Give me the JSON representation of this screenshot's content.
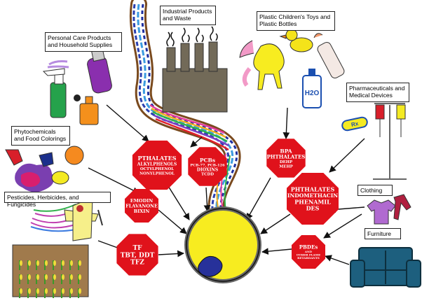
{
  "labels": {
    "industrial": "Industrial Products and Waste",
    "plastic": "Plastic Children's Toys and Plastic Bottles",
    "personal_care": "Personal Care Products and Household Supplies",
    "pharma": "Pharmaceuticals and Medical Devices",
    "phyto": "Phytochemicals and Food Colorings",
    "clothing": "Clothing",
    "pesticides": "Pesticides, Herbicides, and Fungicides",
    "furniture": "Furniture"
  },
  "icon_text": {
    "water_bottle": "H2O",
    "pill": "Rx"
  },
  "stop_signs": {
    "phthalates_alkyl": [
      "PTHALATES",
      "ALKYLPHENOLS",
      "OCTYLPHENOL",
      "NONYLPHENOL"
    ],
    "pcbs": [
      "PCBs",
      "PCB-77, PCB-126",
      "DIOXINS",
      "TCDD"
    ],
    "bpa": [
      "BPA",
      "PHTHALATES",
      "DEHP",
      "MEHP"
    ],
    "emodin": [
      "EMODIN",
      "FLAVANONE",
      "BIXIN"
    ],
    "pharma_sign": [
      "PHTHALATES",
      "INDOMETHACIN",
      "PHENAMIL",
      "DES"
    ],
    "tf": [
      "TF",
      "TBT, DDT",
      "TFZ"
    ],
    "pbdes": [
      "PBDEs",
      "AND",
      "OTHER FLAME",
      "RETARDANTS"
    ]
  },
  "colors": {
    "stop_sign": "#e0121b",
    "cell_yellow": "#f7ec20",
    "nucleus_blue": "#27319a",
    "factory": "#726a58",
    "soil": "#a07a4c",
    "couch": "#1d5f7e"
  }
}
